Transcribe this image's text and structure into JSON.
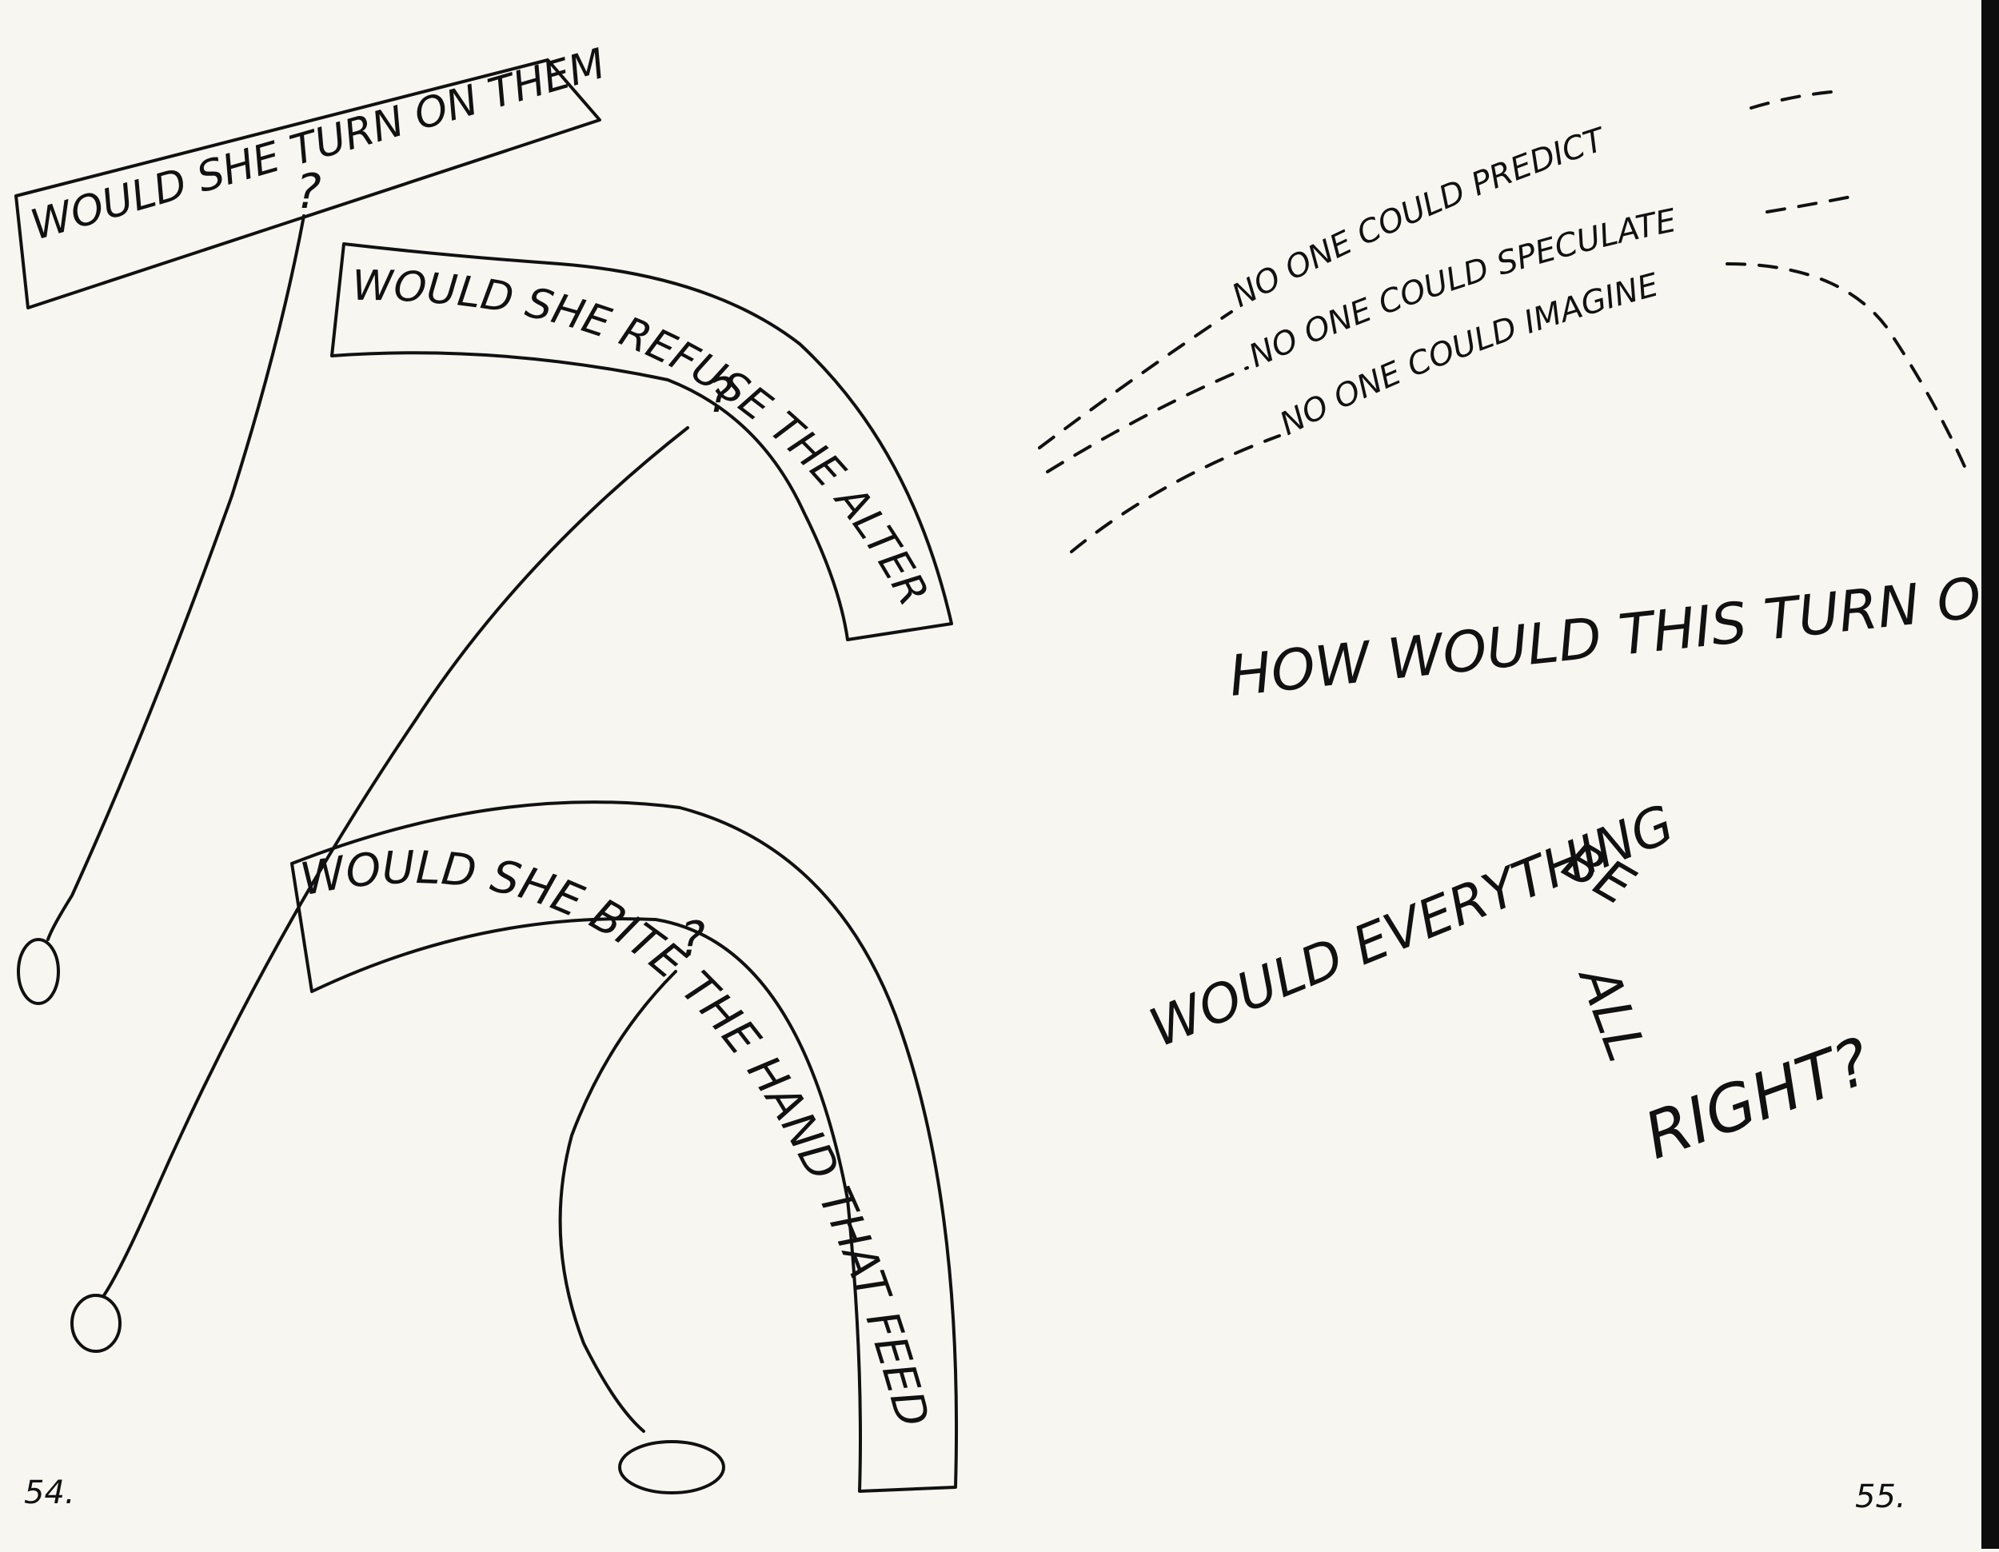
{
  "left_page": {
    "page_number": "54.",
    "bubbles": [
      {
        "text": "WOULD SHE TURN ON THEM",
        "mark": "?"
      },
      {
        "text": "WOULD SHE REFUSE THE ALTERNATIVE",
        "mark": "?"
      },
      {
        "text": "WOULD SHE BITE THE HAND THAT FEEDS HER",
        "mark": "?"
      }
    ]
  },
  "right_page": {
    "page_number": "55.",
    "dashed_lines": [
      "NO ONE COULD PREDICT",
      "NO ONE COULD SPECULATE",
      "NO ONE COULD IMAGINE"
    ],
    "question_1": "HOW WOULD THIS TURN OUT?",
    "question_2": {
      "part_1": "WOULD EVERYTHING",
      "part_2": "BE",
      "part_3": "ALL",
      "part_4": "RIGHT?"
    }
  }
}
